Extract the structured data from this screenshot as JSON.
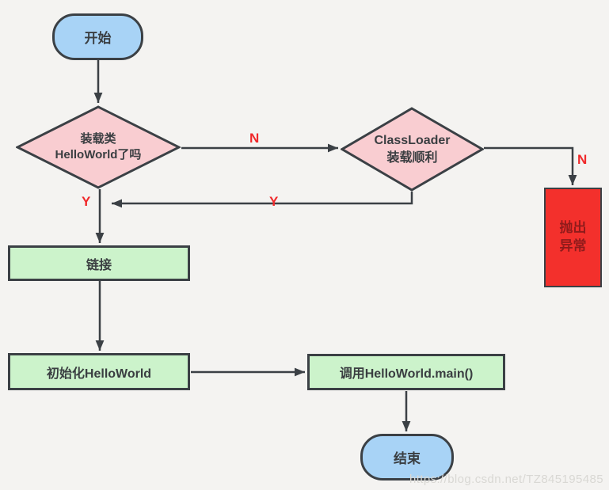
{
  "diagram": {
    "title_hint": "Java class loading flowchart",
    "nodes": {
      "start": {
        "label": "开始"
      },
      "load_check": {
        "line1": "装载类",
        "line2": "HelloWorld了吗"
      },
      "classloader_check": {
        "line1": "ClassLoader",
        "line2": "装载顺利"
      },
      "throw_exception": {
        "line1": "抛出",
        "line2": "异常"
      },
      "link": {
        "label": "链接"
      },
      "init": {
        "label": "初始化HelloWorld"
      },
      "invoke_main": {
        "label": "调用HelloWorld.main()"
      },
      "end": {
        "label": "结束"
      }
    },
    "edge_labels": {
      "n_to_classloader": "N",
      "n_to_exception": "N",
      "y_from_load_check": "Y",
      "y_from_classloader": "Y"
    },
    "colors": {
      "background": "#f4f3f1",
      "terminal_fill": "#a8d3f6",
      "decision_fill": "#f9cdd1",
      "process_fill": "#ccf3cb",
      "error_fill": "#f3302c",
      "error_text": "#8f1b1b",
      "stroke": "#3b4045",
      "branch_label": "#f0282a",
      "watermark_text": "#d9d8d4"
    },
    "watermark": "https://blog.csdn.net/TZ845195485"
  }
}
